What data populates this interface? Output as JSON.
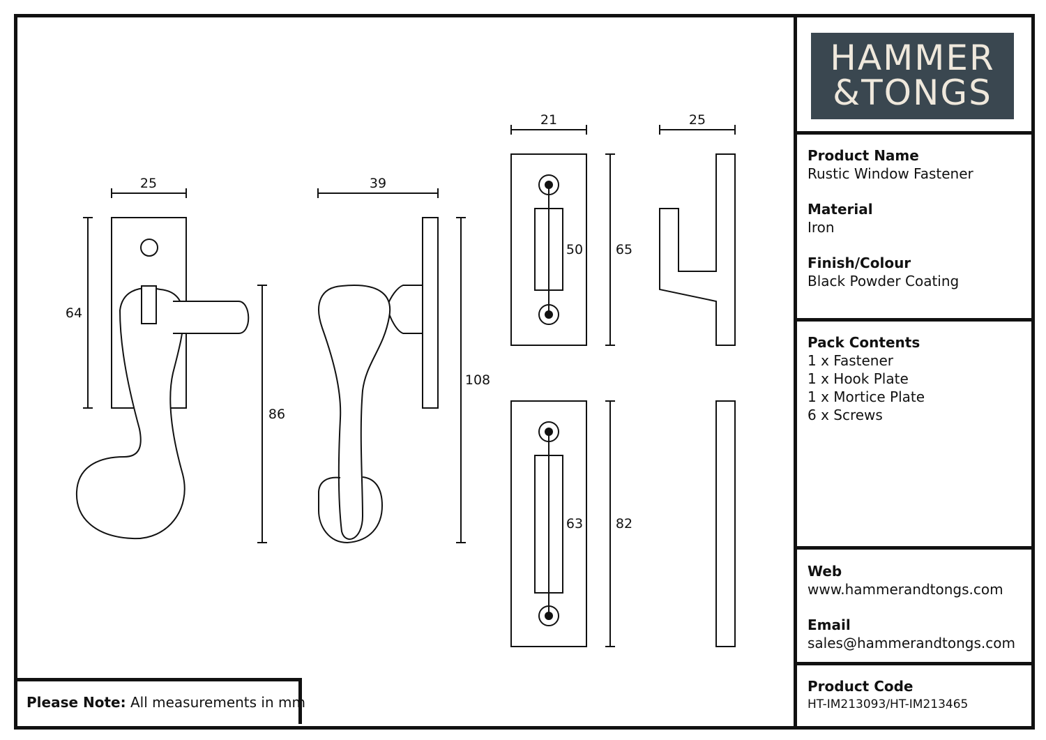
{
  "logo": {
    "line1": "HAMMER",
    "line2": "&TONGS"
  },
  "product_name": {
    "label": "Product Name",
    "value": "Rustic Window Fastener"
  },
  "material": {
    "label": "Material",
    "value": "Iron"
  },
  "finish": {
    "label": "Finish/Colour",
    "value": "Black Powder Coating"
  },
  "pack": {
    "label": "Pack Contents",
    "items": [
      "1 x Fastener",
      "1 x Hook Plate",
      "1 x Mortice Plate",
      "6 x Screws"
    ]
  },
  "web": {
    "label": "Web",
    "value": "www.hammerandtongs.com"
  },
  "email": {
    "label": "Email",
    "value": "sales@hammerandtongs.com"
  },
  "code": {
    "label": "Product Code",
    "value": "HT-IM213093/HT-IM213465"
  },
  "note": {
    "label": "Please Note:",
    "value": "All measurements in mm"
  },
  "dimensions": {
    "fastener_front_width": "25",
    "fastener_front_height": "64",
    "fastener_front_total": "86",
    "fastener_side_width": "39",
    "fastener_side_total": "108",
    "hook_plate_width": "21",
    "hook_plate_slot": "50",
    "hook_plate_height": "65",
    "hook_side_width": "25",
    "mortice_slot": "63",
    "mortice_height": "82"
  }
}
